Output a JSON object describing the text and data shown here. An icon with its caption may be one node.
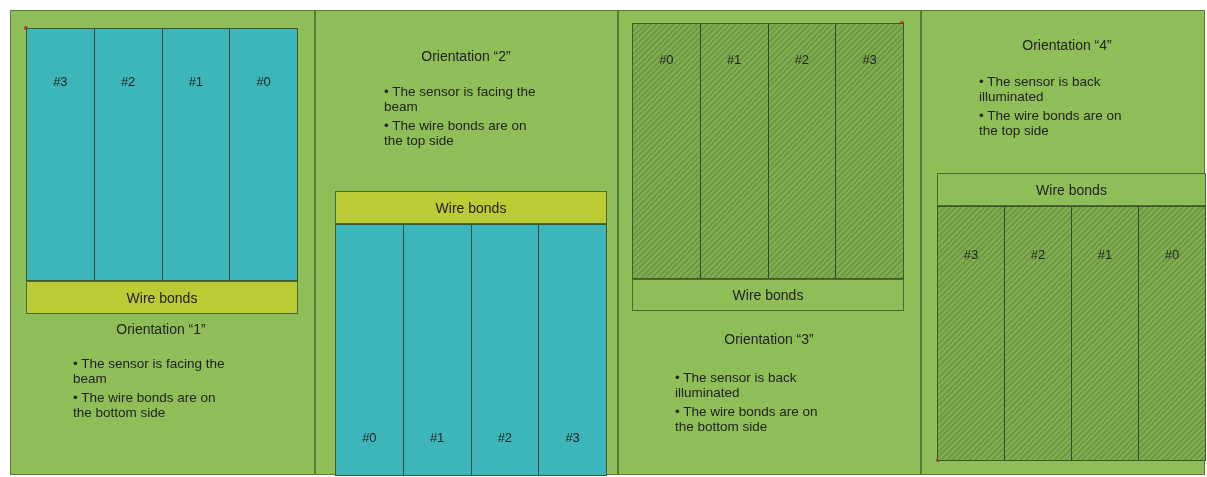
{
  "diagram": {
    "nodes": [
      {
        "text": [
          "Orientation “1”",
          "• The sensor is facing the beam",
          "• The wire bonds are on the bottom side"
        ]
      },
      {
        "text": [],
        "shape": "box",
        "in": 0
      },
      {
        "text": [
          "#3"
        ],
        "in": 1
      },
      {
        "text": [
          "#2"
        ],
        "in": 1
      },
      {
        "text": [
          "#1"
        ],
        "in": 1
      },
      {
        "text": [
          "#0"
        ],
        "in": 1
      },
      {
        "text": [
          "Wire bonds"
        ],
        "in": 0
      },
      {
        "text": [
          "Orientation “2”",
          "• The sensor is facing the beam",
          "• The wire bonds are on the top side"
        ]
      },
      {
        "text": [
          "Wire bonds"
        ],
        "in": 7
      },
      {
        "text": [],
        "shape": "box",
        "in": 7
      },
      {
        "text": [
          "#0"
        ],
        "in": 9
      },
      {
        "text": [
          "#1"
        ],
        "in": 9
      },
      {
        "text": [
          "#2"
        ],
        "in": 9
      },
      {
        "text": [
          "#3"
        ],
        "in": 9
      },
      {
        "text": [
          "Orientation “3”",
          "• The sensor is back illuminated",
          "• The wire bonds are on the bottom side"
        ]
      },
      {
        "text": [],
        "shape": "box",
        "in": 14
      },
      {
        "text": [
          "#0"
        ],
        "in": 15
      },
      {
        "text": [
          "#1"
        ],
        "in": 15
      },
      {
        "text": [
          "#2"
        ],
        "in": 15
      },
      {
        "text": [
          "#3"
        ],
        "in": 15
      },
      {
        "text": [
          "Wire bonds"
        ],
        "in": 14
      },
      {
        "text": [
          "Orientation “4”",
          "• The sensor is back illuminated",
          "• The wire bonds are on the top side"
        ]
      },
      {
        "text": [
          "Wire bonds"
        ],
        "in": 21
      },
      {
        "text": [],
        "shape": "box",
        "in": 21
      },
      {
        "text": [
          "#3"
        ],
        "in": 23
      },
      {
        "text": [
          "#2"
        ],
        "in": 23
      },
      {
        "text": [
          "#1"
        ],
        "in": 23
      },
      {
        "text": [
          "#0"
        ],
        "in": 23
      }
    ],
    "edges": []
  }
}
